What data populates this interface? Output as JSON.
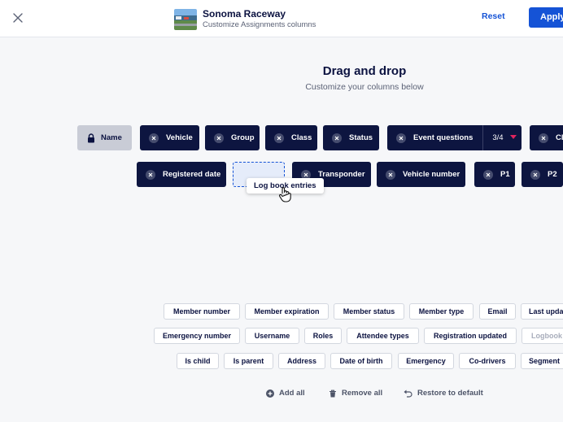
{
  "header": {
    "close_icon": "close-icon",
    "title": "Sonoma Raceway",
    "subtitle": "Customize Assignments columns",
    "reset_label": "Reset",
    "apply_label": "Apply",
    "accent": "#1553d6"
  },
  "main": {
    "heading": "Drag and drop",
    "subheading": "Customize your columns below"
  },
  "selected_columns": {
    "row1": [
      "Name",
      "Vehicle",
      "Group",
      "Class",
      "Status",
      "Event questions",
      "Clu"
    ],
    "event_questions_count": "3/4",
    "row2": [
      "Registered date",
      "Transponder",
      "Vehicle number",
      "P1",
      "P2"
    ]
  },
  "drag": {
    "label": "Log book entries"
  },
  "available_columns": {
    "row1": [
      "Member number",
      "Member expiration",
      "Member status",
      "Member type",
      "Email",
      "Last upda"
    ],
    "row2": [
      "Emergency number",
      "Username",
      "Roles",
      "Attendee types",
      "Registration updated",
      "Logbook"
    ],
    "row3": [
      "Is child",
      "Is parent",
      "Address",
      "Date of birth",
      "Emergency",
      "Co-drivers",
      "Segment"
    ]
  },
  "actions": {
    "add_all": "Add all",
    "remove_all": "Remove all",
    "restore_default": "Restore to default"
  },
  "colors": {
    "chip_dark": "#0d1540",
    "chip_locked": "#c9ccd6",
    "count_caret": "#e0245e",
    "background": "#f6f7f9"
  }
}
